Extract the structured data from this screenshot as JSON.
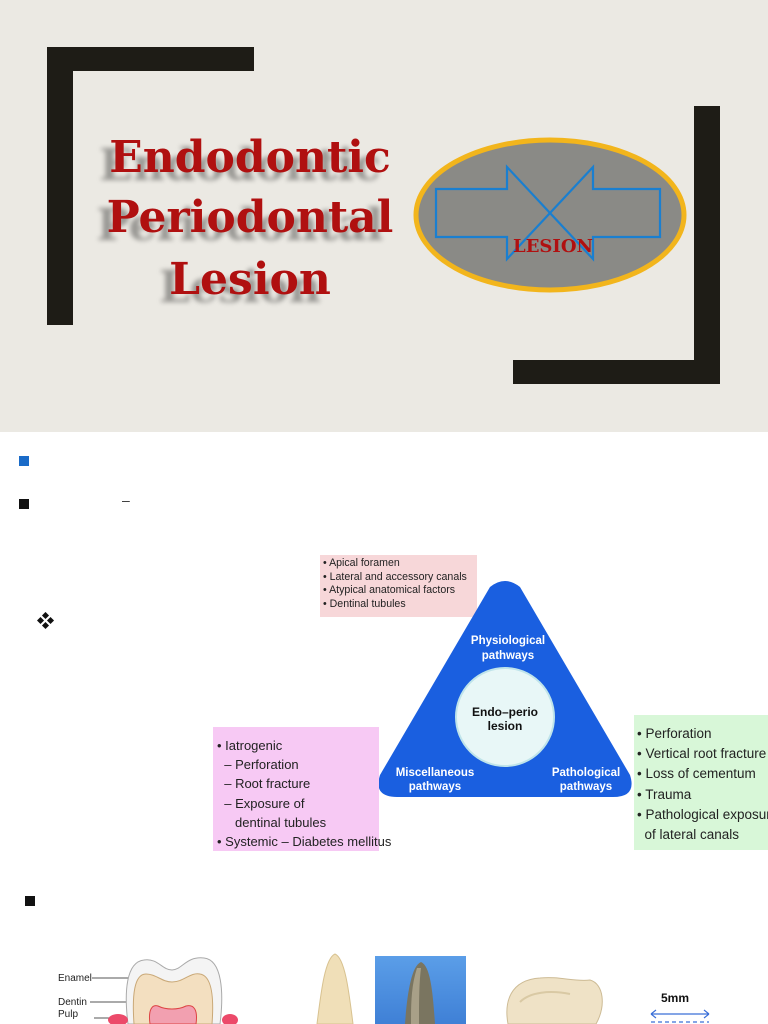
{
  "title": {
    "lines": [
      "Endodontic",
      "Periodontal",
      "Lesion"
    ]
  },
  "badge": {
    "label": "LESION"
  },
  "bullets": {
    "first_text": "",
    "second_text": "–"
  },
  "diagram": {
    "physiological_list": [
      "• Apical foramen",
      "• Lateral and accessory canals",
      "• Atypical anatomical factors",
      "• Dentinal tubules"
    ],
    "center_line1": "Endo–perio",
    "center_line2": "lesion",
    "top_label_1": "Physiological",
    "top_label_2": "pathways",
    "left_label_1": "Miscellaneous",
    "left_label_2": "pathways",
    "right_label_1": "Pathological",
    "right_label_2": "pathways",
    "misc_list": [
      "• Iatrogenic",
      "  – Perforation",
      "  – Root fracture",
      "  – Exposure of",
      "     dentinal tubules",
      "• Systemic – Diabetes mellitus"
    ],
    "patho_list": [
      "• Perforation",
      "• Vertical root fracture",
      "• Loss of cementum",
      "• Trauma",
      "• Pathological exposure",
      "  of lateral canals"
    ]
  },
  "tooth": {
    "labels": [
      "Enamel",
      "Dentin",
      "Pulp"
    ]
  },
  "scale": {
    "label": "5mm"
  },
  "colors": {
    "title_red": "#b01010",
    "frame": "#1e1c16",
    "triangle_blue": "#1a5fe0",
    "pink_box": "#f7d7d9",
    "magenta_box": "#f7c9f4",
    "green_box": "#d8f7d8",
    "badge_gray": "#8a8a86",
    "badge_ring": "#f2b51c"
  }
}
